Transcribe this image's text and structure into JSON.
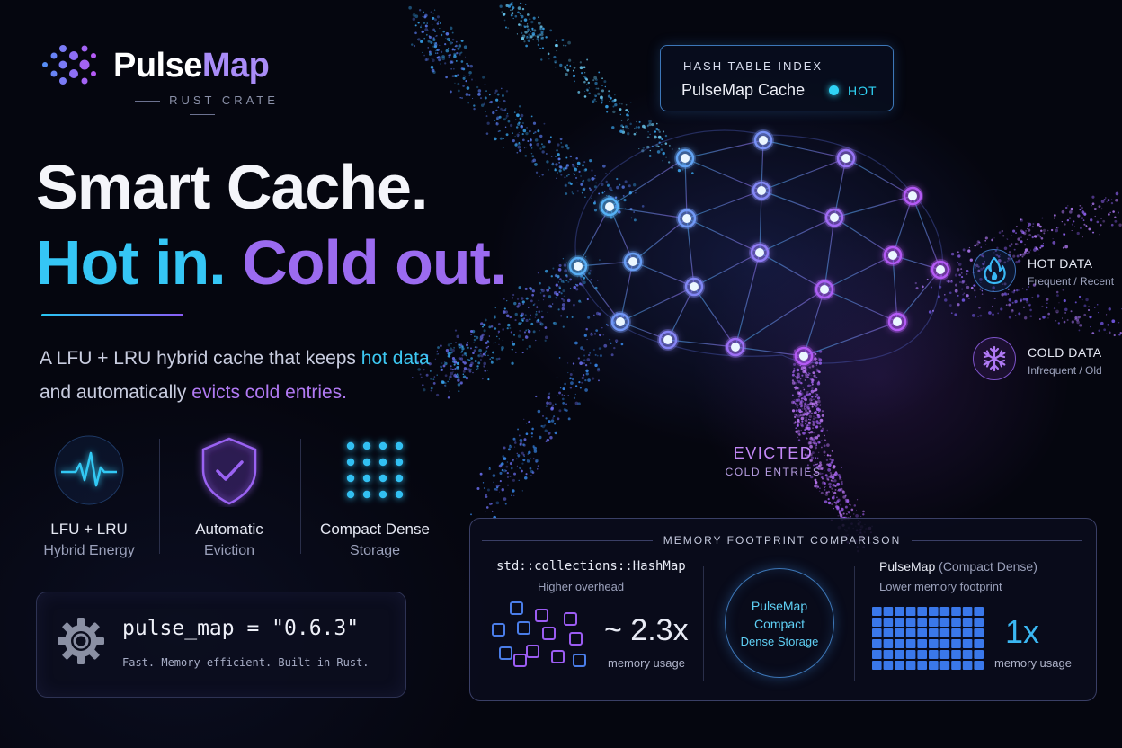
{
  "brand": {
    "name_a": "Pulse",
    "name_b": "Map",
    "subtitle": "RUST CRATE"
  },
  "headline": {
    "line1": "Smart Cache.",
    "line2_a": "Hot in.",
    "line2_b": "Cold out."
  },
  "tagline": {
    "part1": "A LFU + LRU hybrid cache that keeps ",
    "hl1": "hot data",
    "part2": "and automatically ",
    "hl2": "evicts cold entries."
  },
  "features": [
    {
      "icon": "heartbeat-icon",
      "title": "LFU + LRU",
      "sub": "Hybrid Energy"
    },
    {
      "icon": "shield-check-icon",
      "title": "Automatic",
      "sub": "Eviction"
    },
    {
      "icon": "dot-grid-icon",
      "title": "Compact Dense",
      "sub": "Storage"
    }
  ],
  "version": {
    "code": "pulse_map = \"0.6.3\"",
    "sub": "Fast. Memory-efficient. Built in Rust.",
    "icon": "gear-icon"
  },
  "hash_index": {
    "title": "HASH TABLE INDEX",
    "name": "PulseMap Cache",
    "status": "HOT"
  },
  "legend": [
    {
      "icon": "flame-icon",
      "title": "HOT DATA",
      "sub": "Frequent / Recent"
    },
    {
      "icon": "snowflake-icon",
      "title": "COLD DATA",
      "sub": "Infrequent / Old"
    }
  ],
  "evicted": {
    "title": "EVICTED",
    "sub": "COLD ENTRIES"
  },
  "memory": {
    "title": "MEMORY FOOTPRINT COMPARISON",
    "std": {
      "name": "std::collections::HashMap",
      "sub": "Higher overhead",
      "value": "~ 2.3x",
      "unit": "memory usage"
    },
    "center": {
      "line1": "PulseMap",
      "line2": "Compact",
      "line3": "Dense Storage"
    },
    "pulse": {
      "name": "PulseMap",
      "paren": "(Compact Dense)",
      "sub": "Lower memory footprint",
      "value": "1x",
      "unit": "memory usage"
    }
  },
  "colors": {
    "hot": "#35c6f5",
    "cold": "#9b6bf0",
    "bg": "#05060f"
  }
}
